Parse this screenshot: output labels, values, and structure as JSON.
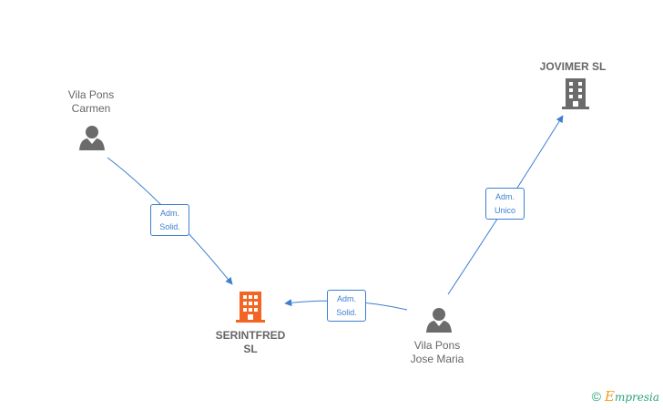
{
  "colors": {
    "edge": "#3d7fd0",
    "person_icon": "#6b6b6b",
    "company_icon": "#6b6b6b",
    "focus_company_icon": "#f26522",
    "label_text": "#666666"
  },
  "nodes": {
    "vila_pons_carmen": {
      "line1": "Vila Pons",
      "line2": "Carmen",
      "icon": "person-icon"
    },
    "jovimer_sl": {
      "line1": "JOVIMER SL",
      "icon": "building-icon"
    },
    "serintfred_sl": {
      "line1": "SERINTFRED",
      "line2": "SL",
      "icon": "building-icon"
    },
    "vila_pons_jose_maria": {
      "line1": "Vila Pons",
      "line2": "Jose Maria",
      "icon": "person-icon"
    }
  },
  "edges": {
    "carmen_to_serintfred": {
      "line1": "Adm.",
      "line2": "Solid."
    },
    "jose_maria_to_serintfred": {
      "line1": "Adm.",
      "line2": "Solid."
    },
    "jose_maria_to_jovimer": {
      "line1": "Adm.",
      "line2": "Unico"
    }
  },
  "watermark": {
    "copyright": "©",
    "brand_first": "E",
    "brand_rest": "mpresia"
  }
}
